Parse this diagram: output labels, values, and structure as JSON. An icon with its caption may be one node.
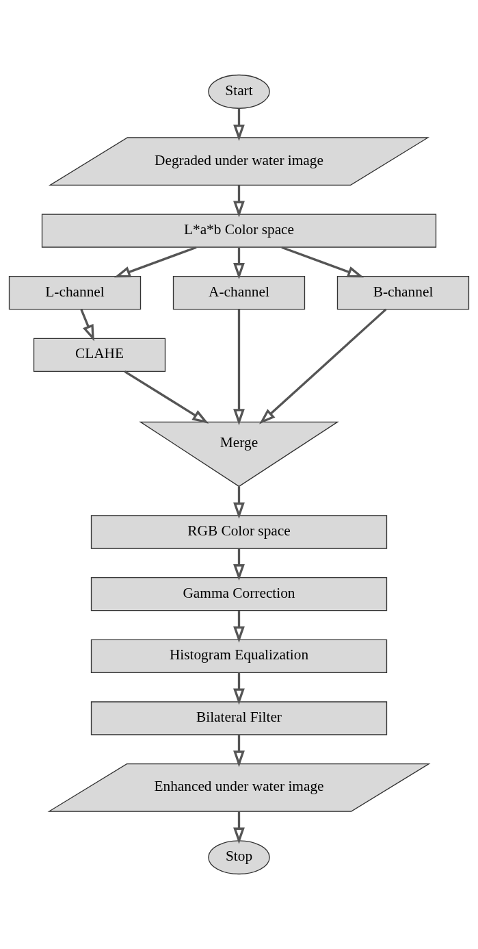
{
  "diagram": {
    "nodes": [
      {
        "text": [
          "Start"
        ]
      },
      {
        "text": [
          "Degraded under water image"
        ]
      },
      {
        "text": [
          "L*a*b Color space"
        ]
      },
      {
        "text": [
          "L-channel"
        ]
      },
      {
        "text": [
          "A-channel"
        ]
      },
      {
        "text": [
          "B-channel"
        ]
      },
      {
        "text": [
          "CLAHE"
        ]
      },
      {
        "text": [
          "Merge"
        ]
      },
      {
        "text": [
          "RGB Color space"
        ]
      },
      {
        "text": [
          "Gamma Correction"
        ]
      },
      {
        "text": [
          "Histogram Equalization"
        ]
      },
      {
        "text": [
          "Bilateral Filter"
        ]
      },
      {
        "text": [
          "Enhanced under water image"
        ]
      },
      {
        "text": [
          "Stop"
        ]
      }
    ],
    "edges": [
      {
        "from": 0,
        "to": 1,
        "arrow": "to"
      },
      {
        "from": 1,
        "to": 2,
        "arrow": "to"
      },
      {
        "from": 2,
        "to": 3,
        "arrow": "to"
      },
      {
        "from": 2,
        "to": 4,
        "arrow": "to"
      },
      {
        "from": 2,
        "to": 5,
        "arrow": "to"
      },
      {
        "from": 3,
        "to": 6,
        "arrow": "to"
      },
      {
        "from": 4,
        "to": 7,
        "arrow": "to"
      },
      {
        "from": 6,
        "to": 7,
        "arrow": "to"
      },
      {
        "from": 5,
        "to": 7,
        "arrow": "to"
      },
      {
        "from": 7,
        "to": 8,
        "arrow": "to"
      },
      {
        "from": 8,
        "to": 9,
        "arrow": "to"
      },
      {
        "from": 9,
        "to": 10,
        "arrow": "to"
      },
      {
        "from": 10,
        "to": 11,
        "arrow": "to"
      },
      {
        "from": 11,
        "to": 12,
        "arrow": "to"
      },
      {
        "from": 12,
        "to": 13,
        "arrow": "to"
      }
    ]
  }
}
